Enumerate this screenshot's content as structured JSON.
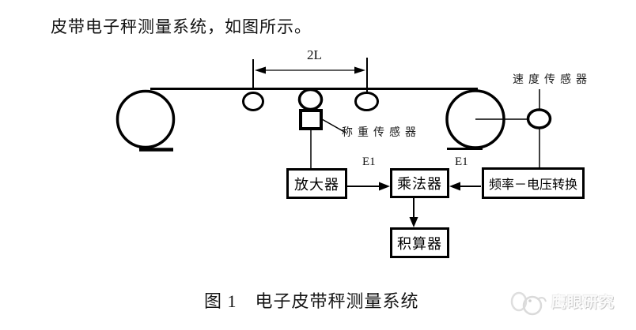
{
  "page": {
    "intro_text": "皮带电子秤测量系统，如图所示。",
    "caption": "图 1　电子皮带秤测量系统",
    "watermark": "鹰眼研究"
  },
  "diagram": {
    "dimension_label": "2L",
    "speed_sensor_label": "速度传感器",
    "weight_sensor_label": "称重传感器",
    "signal_label_left": "E1",
    "signal_label_right": "E1",
    "blocks": {
      "amplifier": "放大器",
      "multiplier": "乘法器",
      "fv_converter": "频率－电压转换",
      "integrator": "积算器"
    }
  },
  "colors": {
    "background": "#ffffff",
    "ink": "#000000",
    "watermark_gray": "#d9d9d9"
  }
}
